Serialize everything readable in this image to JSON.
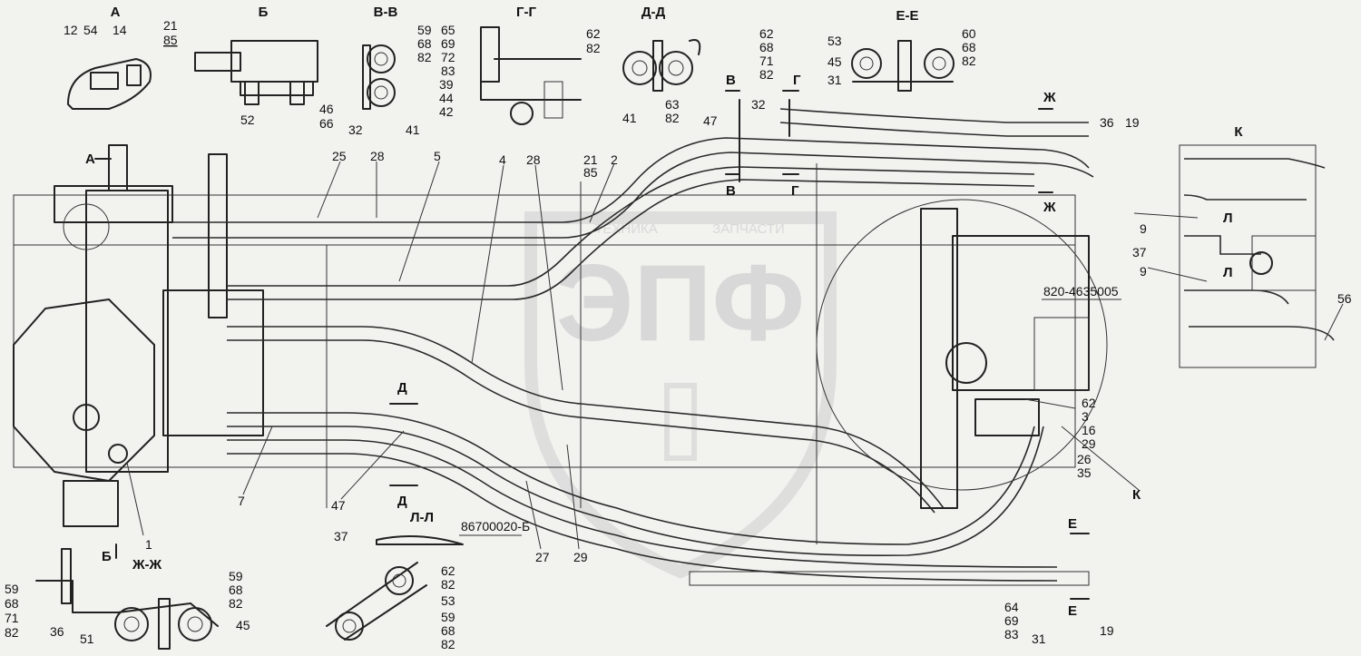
{
  "section_titles": {
    "a": "А",
    "b": "Б",
    "vv": "В-В",
    "gg": "Г-Г",
    "dd": "Д-Д",
    "ee": "Е-Е",
    "k": "К",
    "zhzh": "Ж-Ж",
    "ll": "Л-Л"
  },
  "section_arrows": {
    "a": "А",
    "b": "Б",
    "v_top": "В",
    "v_bottom": "В",
    "g_top": "Г",
    "g_bottom": "Г",
    "zh_top": "Ж",
    "zh_bottom": "Ж",
    "d_top": "Д",
    "d_bottom": "Д",
    "e_top": "Е",
    "e_bottom": "Е",
    "l_top": "Л",
    "l_bottom": "Л"
  },
  "labels": {
    "a12": "12",
    "a54": "54",
    "a14": "14",
    "a21": "21",
    "a85": "85",
    "b52": "52",
    "b46": "46",
    "b66": "66",
    "v59": "59",
    "v68": "68",
    "v82": "82",
    "v32": "32",
    "v41": "41",
    "g65": "65",
    "g69": "69",
    "g72": "72",
    "g83": "83",
    "g62": "62",
    "g82": "82",
    "g39": "39",
    "g44": "44",
    "g42": "42",
    "d41": "41",
    "d63": "63",
    "d82": "82",
    "d47": "47",
    "e53": "53",
    "e45": "45",
    "e31": "31",
    "e60": "60",
    "e68": "68",
    "e82": "82",
    "m62": "62",
    "m68": "68",
    "m71": "71",
    "m82": "82",
    "m32": "32",
    "m36": "36",
    "m19": "19",
    "m25": "25",
    "m28a": "28",
    "m5": "5",
    "m4": "4",
    "m28b": "28",
    "m21": "21",
    "m85": "85",
    "m2": "2",
    "m7": "7",
    "m1": "1",
    "m47": "47",
    "m27": "27",
    "m29a": "29",
    "part": "820-4635005",
    "r62": "62",
    "r3": "3",
    "r16": "16",
    "r29": "29",
    "r26": "26",
    "r35": "35",
    "rk": "К",
    "bot64": "64",
    "bot69": "69",
    "bot83": "83",
    "bot31": "31",
    "bot19": "19",
    "k9a": "9",
    "k37": "37",
    "k9b": "9",
    "k56": "56",
    "zh59": "59",
    "zh68": "68",
    "zh71": "71",
    "zh82": "82",
    "zh36": "36",
    "zh51": "51",
    "zh59b": "59",
    "zh68b": "68",
    "zh82b": "82",
    "zh45": "45",
    "l37": "37",
    "l62": "62",
    "l82": "82",
    "l53": "53",
    "l59": "59",
    "l68": "68",
    "l82b": "82",
    "ref": "86700020-Б"
  },
  "watermark": {
    "letters": "ЭПФ",
    "text_left": "ТЕХНИКА",
    "text_right": "ЗАПЧАСТИ"
  }
}
